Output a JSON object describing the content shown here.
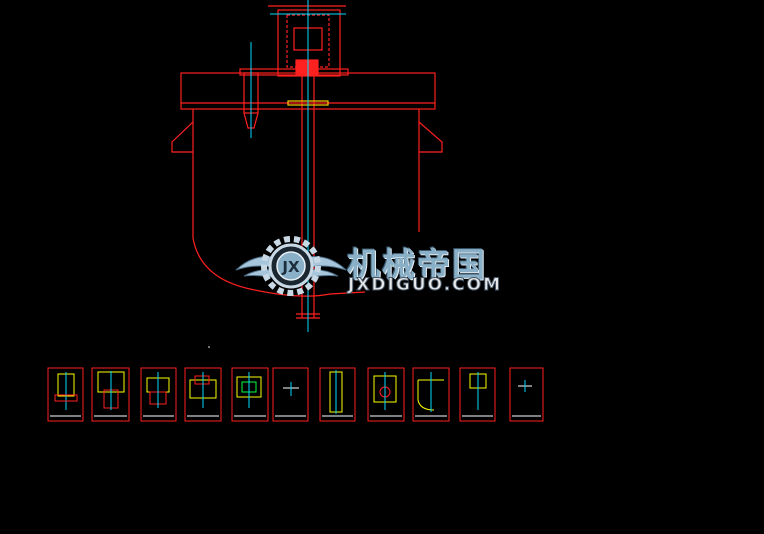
{
  "watermark": {
    "cn_text": "机械帝国",
    "en_text": "JXDIGUO.COM",
    "emblem_letters": "JX"
  },
  "colors": {
    "background": "#000000",
    "outline": "#ff2020",
    "centerline": "#00d8ff",
    "accent": "#ffff00",
    "watermark_blue": "#8ab0c8"
  },
  "thumbnails": {
    "count": 11
  }
}
